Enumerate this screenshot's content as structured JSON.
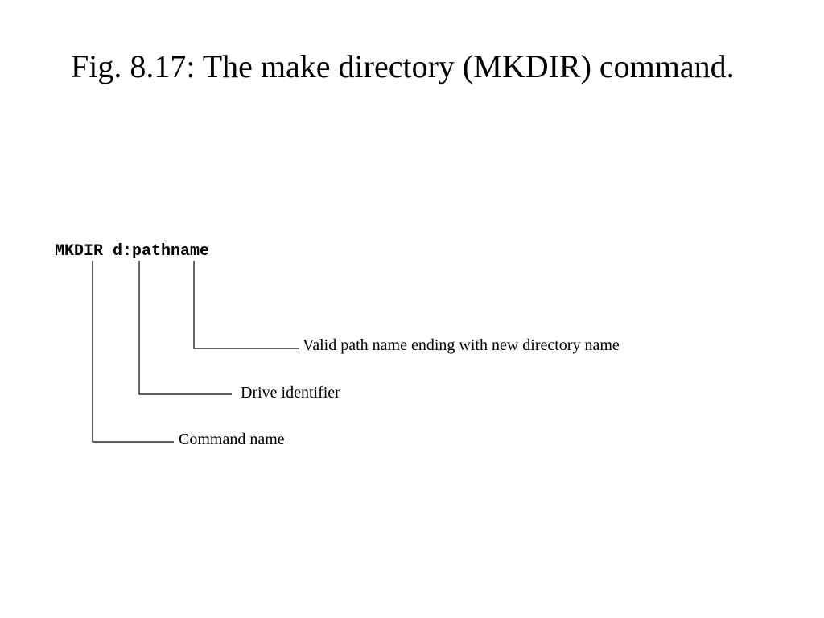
{
  "title": "Fig. 8.17: The make directory (MKDIR) command.",
  "syntax": {
    "command": "MKDIR",
    "argument": "d:pathname"
  },
  "callouts": {
    "pathname": "Valid path name ending with new directory name",
    "drive": "Drive identifier",
    "command": "Command name"
  }
}
